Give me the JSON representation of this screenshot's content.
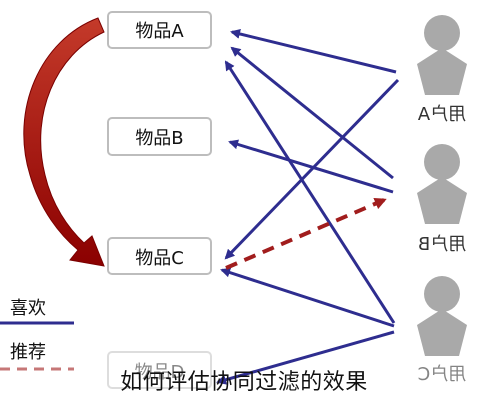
{
  "items": [
    "物品A",
    "物品B",
    "物品C",
    "物品D"
  ],
  "users": [
    "用户A",
    "用户B",
    "用户C"
  ],
  "legend": {
    "like": "喜欢",
    "recommend": "推荐"
  },
  "caption": "如何评估协同过滤的效果",
  "colors": {
    "like_arrow": "#2e2d8f",
    "recommend_arrow": "#a11d1d",
    "similarity_arrow": "#8b0000",
    "user_icon": "#a9a9a9",
    "box_border": "#bdbdbd"
  },
  "edges": {
    "likes": [
      [
        "用户A",
        "物品A"
      ],
      [
        "用户A",
        "物品C"
      ],
      [
        "用户B",
        "物品A"
      ],
      [
        "用户B",
        "物品B"
      ],
      [
        "用户C",
        "物品A"
      ],
      [
        "用户C",
        "物品C"
      ],
      [
        "用户C",
        "物品D"
      ]
    ],
    "recommend": [
      [
        "物品C",
        "用户B"
      ]
    ],
    "similar": [
      [
        "物品A",
        "物品C"
      ]
    ]
  }
}
